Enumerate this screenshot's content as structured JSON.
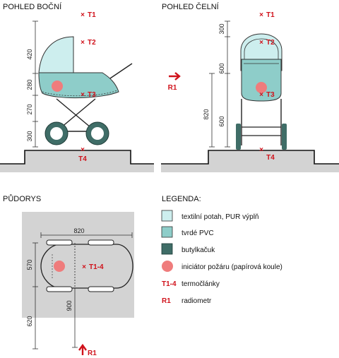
{
  "views": {
    "side": {
      "title": "POHLED BOČNÍ",
      "dims": [
        "420",
        "280",
        "270",
        "300"
      ],
      "labels": {
        "t1": "T1",
        "t2": "T2",
        "t3": "T3",
        "t4": "T4"
      }
    },
    "front": {
      "title": "POHLED ČELNÍ",
      "dims_right": [
        "300",
        "600",
        "600"
      ],
      "dim_left": "820",
      "labels": {
        "t1": "T1",
        "t2": "T2",
        "t3": "T3",
        "t4": "T4",
        "r1": "R1"
      }
    },
    "plan": {
      "title": "PŮDORYS",
      "dim_top": "820",
      "dim_left_a": "570",
      "dim_left_b": "620",
      "dim_mid": "900",
      "labels": {
        "t14": "T1-4",
        "r1": "R1"
      }
    }
  },
  "legend": {
    "title": "LEGENDA:",
    "items": [
      {
        "key": "fabric",
        "text": "textilní potah, PUR výplň",
        "color": "#cdeeee"
      },
      {
        "key": "pvc",
        "text": "tvrdé PVC",
        "color": "#8ecdc9"
      },
      {
        "key": "rubber",
        "text": "butylkačuk",
        "color": "#3f6d67"
      },
      {
        "key": "igniter",
        "text": "iniciátor požáru (papírová koule)",
        "color": "#ef7c7c"
      },
      {
        "key": "thermo",
        "symbol": "T1-4",
        "text": "termočlánky"
      },
      {
        "key": "radiometer",
        "symbol": "R1",
        "text": "radiometr"
      }
    ]
  },
  "colors": {
    "fabric": "#cdeeee",
    "pvc": "#8ecdc9",
    "rubber": "#3f6d67",
    "igniter": "#ef7c7c",
    "marker": "#d0121b",
    "floor": "#d3d3d3"
  }
}
